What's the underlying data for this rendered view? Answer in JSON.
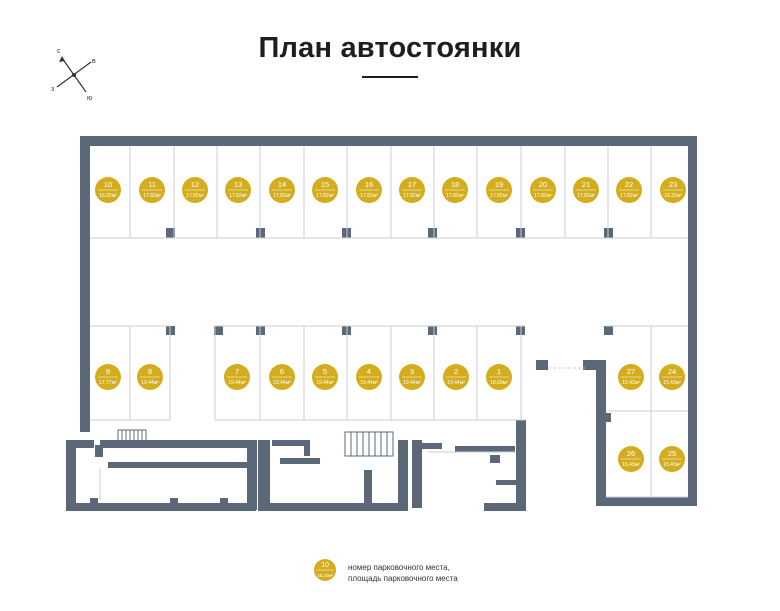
{
  "title": "План автостоянки",
  "compass": {
    "n": "с",
    "e": "в",
    "s": "ю",
    "w": "з"
  },
  "colors": {
    "wall": "#5b6878",
    "marker": "#d4ad1e",
    "marker_text": "#ffffff",
    "lines": "#c8cdd3"
  },
  "spots": [
    {
      "number": "10",
      "area": "16.20м²"
    },
    {
      "number": "11",
      "area": "17.82м²"
    },
    {
      "number": "12",
      "area": "17.82м²"
    },
    {
      "number": "13",
      "area": "17.82м²"
    },
    {
      "number": "14",
      "area": "17.82м²"
    },
    {
      "number": "15",
      "area": "17.82м²"
    },
    {
      "number": "16",
      "area": "17.82м²"
    },
    {
      "number": "17",
      "area": "17.82м²"
    },
    {
      "number": "18",
      "area": "17.82м²"
    },
    {
      "number": "19",
      "area": "17.82м²"
    },
    {
      "number": "20",
      "area": "17.82м²"
    },
    {
      "number": "21",
      "area": "17.82м²"
    },
    {
      "number": "22",
      "area": "17.82м²"
    },
    {
      "number": "23",
      "area": "16.20м²"
    },
    {
      "number": "9",
      "area": "17.77м²"
    },
    {
      "number": "8",
      "area": "19.44м²"
    },
    {
      "number": "7",
      "area": "19.44м²"
    },
    {
      "number": "6",
      "area": "19.44м²"
    },
    {
      "number": "5",
      "area": "19.44м²"
    },
    {
      "number": "4",
      "area": "19.44м²"
    },
    {
      "number": "3",
      "area": "19.44м²"
    },
    {
      "number": "2",
      "area": "19.44м²"
    },
    {
      "number": "1",
      "area": "18.69м²"
    },
    {
      "number": "27",
      "area": "15.43м²"
    },
    {
      "number": "24",
      "area": "15.43м²"
    },
    {
      "number": "26",
      "area": "15.43м²"
    },
    {
      "number": "25",
      "area": "15.43м²"
    }
  ],
  "legend": {
    "sample_number": "10",
    "sample_area": "16.20м²",
    "line1": "номер парковочного места,",
    "line2": "площадь парковочного места"
  }
}
